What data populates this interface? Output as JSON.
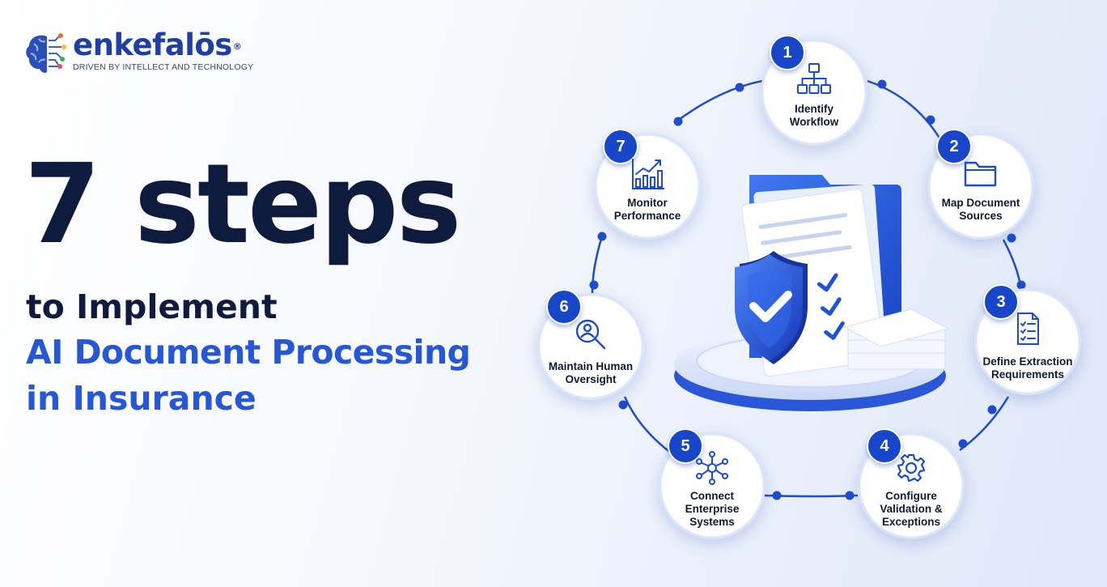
{
  "brand": {
    "name": "enkefalōs",
    "registered": "®",
    "tagline": "DRIVEN BY INTELLECT AND TECHNOLOGY",
    "color": "#1f3fa3"
  },
  "headline": {
    "big": "7 steps",
    "line1": "to Implement",
    "line2": "AI Document Processing",
    "line3": "in Insurance",
    "dark_color": "#0f1b3d",
    "accent_color": "#2557d6"
  },
  "steps": [
    {
      "number": "1",
      "label_lines": [
        "Identify",
        "Workflow"
      ],
      "icon": "workflow-hierarchy-icon"
    },
    {
      "number": "2",
      "label_lines": [
        "Map Document",
        "Sources"
      ],
      "icon": "folder-icon"
    },
    {
      "number": "3",
      "label_lines": [
        "Define Extraction",
        "Requirements"
      ],
      "icon": "checklist-document-icon"
    },
    {
      "number": "4",
      "label_lines": [
        "Configure",
        "Validation &",
        "Exceptions"
      ],
      "icon": "gear-icon"
    },
    {
      "number": "5",
      "label_lines": [
        "Connect",
        "Enterprise",
        "Systems"
      ],
      "icon": "network-nodes-icon"
    },
    {
      "number": "6",
      "label_lines": [
        "Maintain Human",
        "Oversight"
      ],
      "icon": "magnifier-person-icon"
    },
    {
      "number": "7",
      "label_lines": [
        "Monitor",
        "Performance"
      ],
      "icon": "growth-chart-icon"
    }
  ],
  "colors": {
    "step_badge": "#1746c8",
    "ring_line": "#1f4ccc",
    "illustration_blue": "#2459e0"
  }
}
